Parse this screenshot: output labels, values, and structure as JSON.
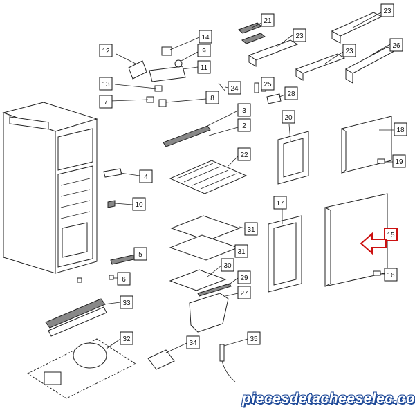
{
  "callouts": [
    {
      "label": "21"
    },
    {
      "label": "23"
    },
    {
      "label": "23"
    },
    {
      "label": "26"
    },
    {
      "label": "14"
    },
    {
      "label": "12"
    },
    {
      "label": "9"
    },
    {
      "label": "23"
    },
    {
      "label": "11"
    },
    {
      "label": "13"
    },
    {
      "label": "24"
    },
    {
      "label": "25"
    },
    {
      "label": "7"
    },
    {
      "label": "8"
    },
    {
      "label": "28"
    },
    {
      "label": "3"
    },
    {
      "label": "20"
    },
    {
      "label": "18"
    },
    {
      "label": "2"
    },
    {
      "label": "19"
    },
    {
      "label": "22"
    },
    {
      "label": "4"
    },
    {
      "label": "10"
    },
    {
      "label": "17"
    },
    {
      "label": "31"
    },
    {
      "label": "15"
    },
    {
      "label": "5"
    },
    {
      "label": "31"
    },
    {
      "label": "30"
    },
    {
      "label": "6"
    },
    {
      "label": "16"
    },
    {
      "label": "29"
    },
    {
      "label": "27"
    },
    {
      "label": "33"
    },
    {
      "label": "32"
    },
    {
      "label": "34"
    },
    {
      "label": "35"
    }
  ],
  "highlight": {
    "label": "15",
    "color": "#cc1111"
  },
  "watermark": {
    "text": "piecesdetacheeselec.com",
    "color": "#1f4a99"
  }
}
